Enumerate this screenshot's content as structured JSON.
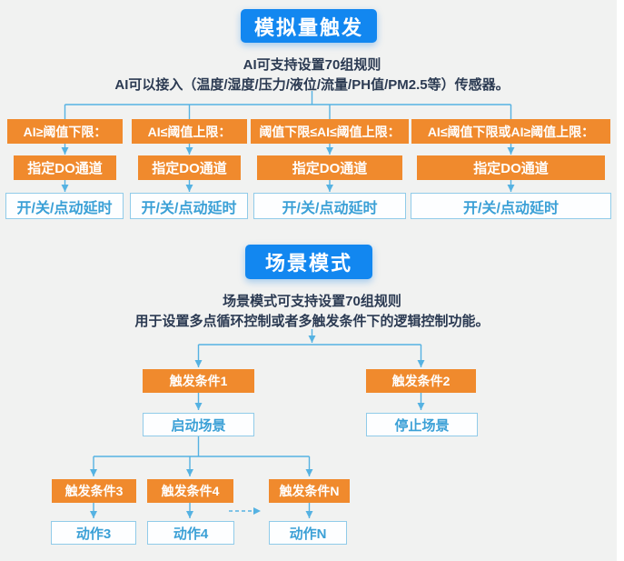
{
  "colors": {
    "accent_blue": "#1287f0",
    "accent_orange": "#f08a2d",
    "connector_blue": "#55b2e2",
    "outline_border": "#90cbe9",
    "outline_text": "#3ba0d6",
    "text_dark": "#2b3a52",
    "background": "#f1f2f1"
  },
  "analog_section": {
    "title": "模拟量触发",
    "description": [
      "AI可支持设置70组规则",
      "AI可以接入（温度/湿度/压力/液位/流量/PH值/PM2.5等）传感器。"
    ],
    "columns": [
      {
        "condition": "AI≥阈值下限：",
        "do_channel": "指定DO通道",
        "output": "开/关/点动延时"
      },
      {
        "condition": "AI≤阈值上限：",
        "do_channel": "指定DO通道",
        "output": "开/关/点动延时"
      },
      {
        "condition": "阈值下限≤AI≤阈值上限：",
        "do_channel": "指定DO通道",
        "output": "开/关/点动延时"
      },
      {
        "condition": "AI≤阈值下限或AI≥阈值上限：",
        "do_channel": "指定DO通道",
        "output": "开/关/点动延时"
      }
    ]
  },
  "scene_section": {
    "title": "场景模式",
    "description": [
      "场景模式可支持设置70组规则",
      "用于设置多点循环控制或者多触发条件下的逻辑控制功能。"
    ],
    "main_branches": [
      {
        "trigger": "触发条件1",
        "action": "启动场景"
      },
      {
        "trigger": "触发条件2",
        "action": "停止场景"
      }
    ],
    "sub_branches": [
      {
        "trigger": "触发条件3",
        "action": "动作3"
      },
      {
        "trigger": "触发条件4",
        "action": "动作4"
      },
      {
        "trigger": "触发条件N",
        "action": "动作N"
      }
    ]
  }
}
